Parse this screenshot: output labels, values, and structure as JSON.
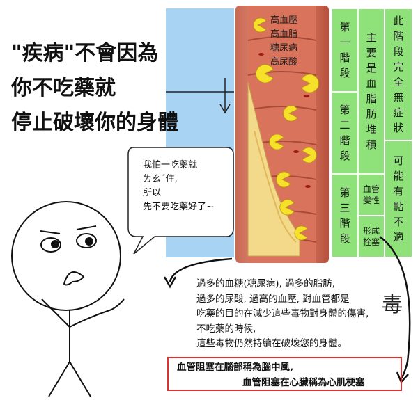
{
  "headline": {
    "line1": "\"疾病\"不會因為",
    "line2": "你不吃藥就",
    "line3": "停止破壞你的身體"
  },
  "bubble": {
    "line1": "我怕一吃藥就",
    "line2": "ㄌㄠˊ住,",
    "line3": "所以",
    "line4": "先不要吃藥好了~"
  },
  "risk_factors": [
    "高血壓",
    "高血脂",
    "糖尿病",
    "高尿酸"
  ],
  "stages": [
    {
      "name": "第一階段"
    },
    {
      "name": "第二階段"
    },
    {
      "name": "第三階段"
    }
  ],
  "stage_notes": {
    "lipid": "主要是血脂肪堆積",
    "vessel_change": "血管變性",
    "embolism": "形成栓塞"
  },
  "symptoms": {
    "none": "此階段完全無症狀",
    "mild": "可能有點不適"
  },
  "explanation": {
    "line1": "過多的血糖(糖尿病), 過多的脂肪,",
    "line2": "過多的尿酸, 過高的血壓, 對血管都是",
    "poison": "毒",
    "line3": "吃藥的目的在減少這些毒物對身體的傷害,",
    "line4": "不吃藥的時候,",
    "line5": "這些毒物仍然持續在破壞您的身體。"
  },
  "conclusion": {
    "line1": "血管阻塞在腦部稱為腦中風,",
    "line2": "血管阻塞在心臟稱為心肌梗塞"
  },
  "colors": {
    "panel_blue": "#a9d3f2",
    "stage_green": "#8fe27a",
    "box_red": "#dd3333",
    "vessel_red": "#c9553f",
    "plaque_yellow": "#f3d98a",
    "pacman_yellow": "#f7e02a"
  }
}
